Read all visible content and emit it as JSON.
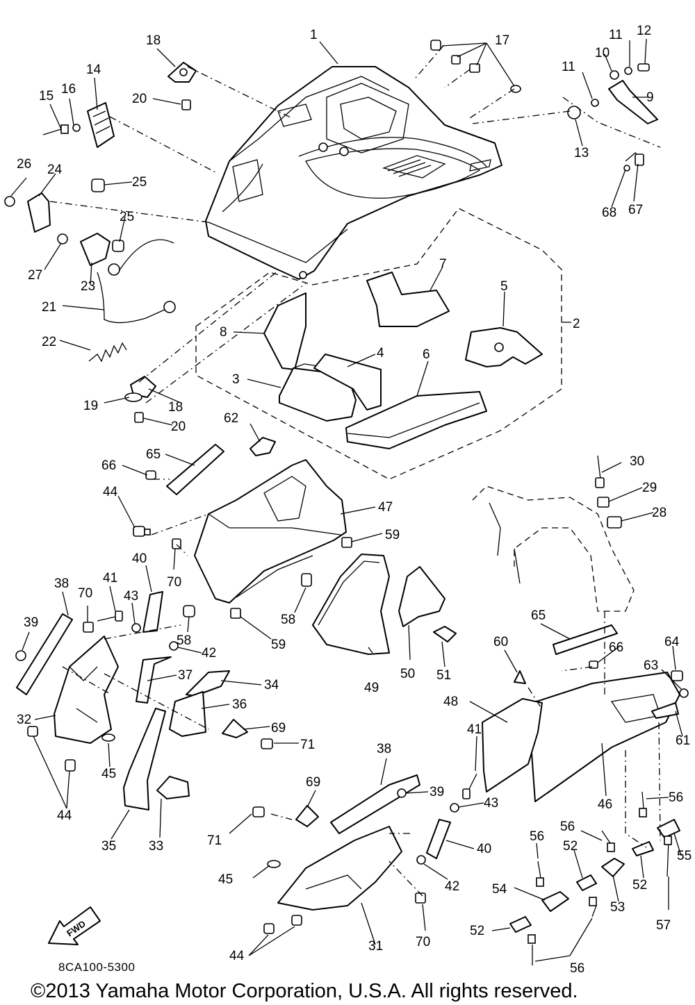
{
  "diagram": {
    "drawing_code": "8CA100-5300",
    "copyright": "©2013 Yamaha Motor Corporation, U.S.A. All rights reserved.",
    "fwd_label": "FWD",
    "labels": {
      "p1": "1",
      "p2": "2",
      "p3": "3",
      "p4": "4",
      "p5": "5",
      "p6": "6",
      "p7": "7",
      "p8": "8",
      "p9": "9",
      "p10": "10",
      "p11a": "11",
      "p11b": "11",
      "p12": "12",
      "p13": "13",
      "p14": "14",
      "p15": "15",
      "p16": "16",
      "p17": "17",
      "p18a": "18",
      "p18b": "18",
      "p19": "19",
      "p20a": "20",
      "p20b": "20",
      "p21": "21",
      "p22": "22",
      "p23": "23",
      "p24": "24",
      "p25a": "25",
      "p25b": "25",
      "p26": "26",
      "p27": "27",
      "p28": "28",
      "p29": "29",
      "p30": "30",
      "p31": "31",
      "p32": "32",
      "p33": "33",
      "p34": "34",
      "p35": "35",
      "p36": "36",
      "p37": "37",
      "p38a": "38",
      "p38b": "38",
      "p39a": "39",
      "p39b": "39",
      "p40a": "40",
      "p40b": "40",
      "p41a": "41",
      "p41b": "41",
      "p42a": "42",
      "p42b": "42",
      "p43a": "43",
      "p43b": "43",
      "p44a": "44",
      "p44b": "44",
      "p44c": "44",
      "p45a": "45",
      "p45b": "45",
      "p46": "46",
      "p47": "47",
      "p48": "48",
      "p49": "49",
      "p50": "50",
      "p51": "51",
      "p52a": "52",
      "p52b": "52",
      "p52c": "52",
      "p53": "53",
      "p54": "54",
      "p55": "55",
      "p56a": "56",
      "p56b": "56",
      "p56c": "56",
      "p56d": "56",
      "p57": "57",
      "p58a": "58",
      "p58b": "58",
      "p59a": "59",
      "p59b": "59",
      "p60": "60",
      "p61": "61",
      "p62": "62",
      "p63": "63",
      "p64": "64",
      "p65a": "65",
      "p65b": "65",
      "p66a": "66",
      "p66b": "66",
      "p67": "67",
      "p68": "68",
      "p69a": "69",
      "p69b": "69",
      "p70a": "70",
      "p70b": "70",
      "p70c": "70",
      "p71a": "71",
      "p71b": "71"
    }
  }
}
